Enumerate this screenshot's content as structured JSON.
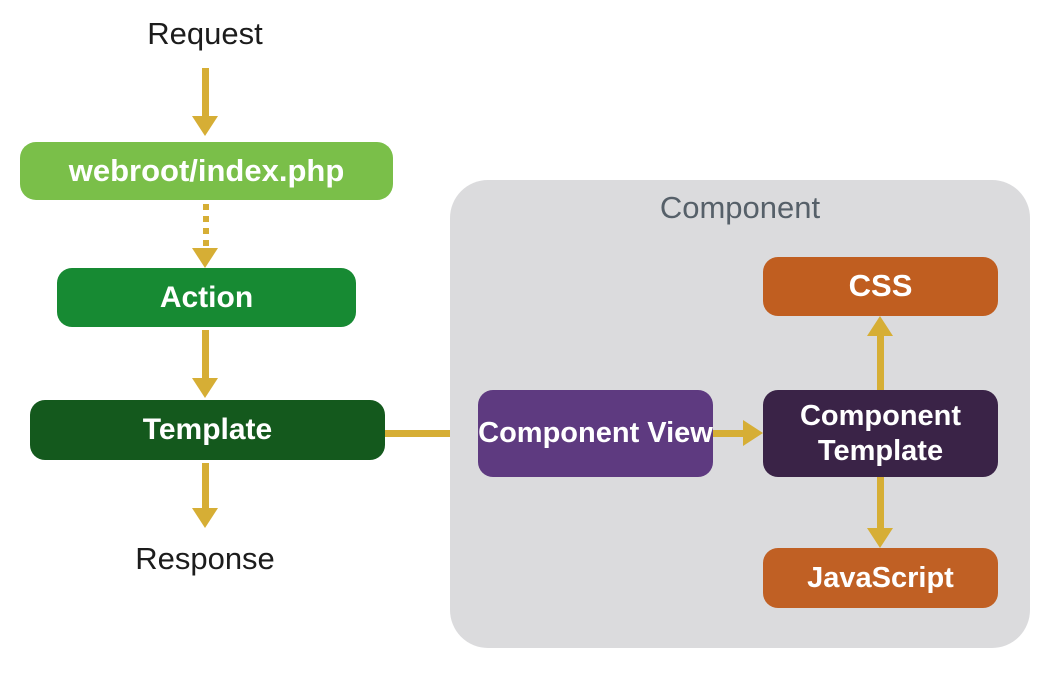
{
  "diagram": {
    "request_label": "Request",
    "response_label": "Response",
    "panel": {
      "title": "Component"
    },
    "nodes": {
      "webroot": {
        "label": "webroot/index.php",
        "color": "#7abf49"
      },
      "action": {
        "label": "Action",
        "color": "#178a33"
      },
      "template": {
        "label": "Template",
        "color": "#14591d"
      },
      "component_view": {
        "label": "Component View",
        "color": "#5e3a80"
      },
      "component_template": {
        "label": "Component Template",
        "color": "#3a2347"
      },
      "css": {
        "label": "CSS",
        "color": "#c05e20"
      },
      "javascript": {
        "label": "JavaScript",
        "color": "#c06024"
      }
    },
    "colors": {
      "arrow": "#d6ae35",
      "panel_background": "#dbdbdd",
      "panel_title": "#566069",
      "text": "#1c1c1c",
      "background": "#ffffff"
    }
  }
}
